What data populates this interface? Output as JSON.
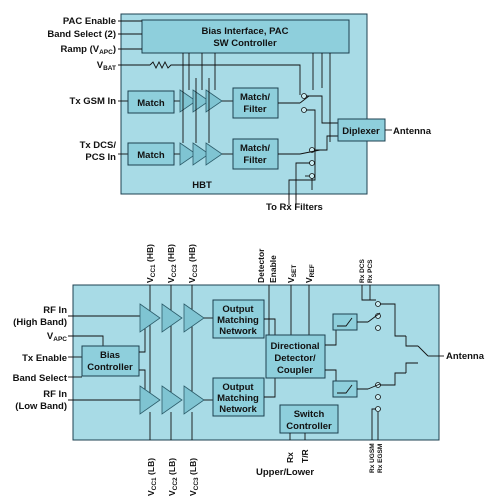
{
  "top": {
    "pins": {
      "pac_enable": "PAC Enable",
      "band_select": "Band Select (2)",
      "ramp": "Ramp (V",
      "ramp_sub": "APC",
      "ramp_close": ")",
      "vbat": "V",
      "vbat_sub": "BAT",
      "tx_gsm": "Tx GSM In",
      "tx_dcs_1": "Tx DCS/",
      "tx_dcs_2": "PCS In",
      "antenna": "Antenna",
      "rx_filters": "To Rx Filters"
    },
    "blocks": {
      "bias_1": "Bias Interface, PAC",
      "bias_2": "SW Controller",
      "match": "Match",
      "match_filter_1": "Match/",
      "match_filter_2": "Filter",
      "diplexer": "Diplexer",
      "hbt": "HBT"
    }
  },
  "bottom": {
    "top_pins": {
      "vcc1_hb": [
        "V",
        "CC1",
        " (HB)"
      ],
      "vcc2_hb": [
        "V",
        "CC2",
        " (HB)"
      ],
      "vcc3_hb": [
        "V",
        "CC3",
        " (HB)"
      ],
      "det_enable_1": "Detector",
      "det_enable_2": "Enable",
      "vset": [
        "V",
        "SET"
      ],
      "vref": [
        "V",
        "REF"
      ],
      "rx_dcs": "Rx DCS",
      "rx_pcs": "Rx PCS"
    },
    "left_pins": {
      "rf_in_high_1": "RF In",
      "rf_in_high_2": "(High Band)",
      "vapc": "V",
      "vapc_sub": "APC",
      "tx_enable": "Tx Enable",
      "band_select": "Band Select",
      "rf_in_low_1": "RF In",
      "rf_in_low_2": "(Low Band)"
    },
    "right_pins": {
      "antenna": "Antenna"
    },
    "bottom_pins": {
      "vcc1_lb": [
        "V",
        "CC1",
        " (LB)"
      ],
      "vcc2_lb": [
        "V",
        "CC2",
        " (LB)"
      ],
      "vcc3_lb": [
        "V",
        "CC3",
        " (LB)"
      ],
      "rx": "Rx",
      "tr": "T/R",
      "upper_lower": "Upper/Lower",
      "rx_ugsm": "Rx UGSM",
      "rx_egsm": "Rx EGSM"
    },
    "blocks": {
      "bias_1": "Bias",
      "bias_2": "Controller",
      "omn_1": "Output",
      "omn_2": "Matching",
      "omn_3": "Network",
      "ddc_1": "Directional",
      "ddc_2": "Detector/",
      "ddc_3": "Coupler",
      "sw_1": "Switch",
      "sw_2": "Controller"
    }
  }
}
